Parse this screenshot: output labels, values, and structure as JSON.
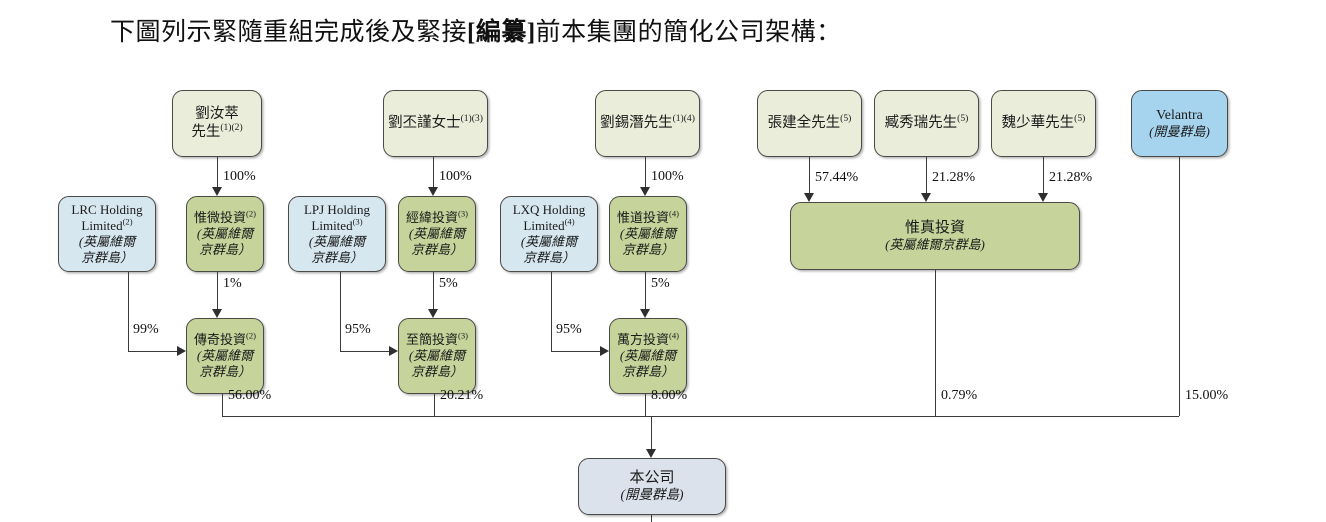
{
  "title": {
    "prefix": "下圖列示緊隨重組完成後及緊接",
    "bracket": "[編纂]",
    "suffix": "前本集團的簡化公司架構："
  },
  "colors": {
    "person_box": "#e9edd9",
    "investment_box": "#c6d49b",
    "holding_box": "#d7e7f0",
    "offshore_box": "#a6d4ef",
    "company_box": "#dce2ec",
    "line": "#3a3a3a"
  },
  "nodes": {
    "liu_ruchui": {
      "line1": "劉汝萃",
      "line2": "先生",
      "sup": "(1)(2)"
    },
    "liu_pijin": {
      "line1": "劉丕謹女士",
      "sup": "(1)(3)"
    },
    "liu_xiqian": {
      "line1": "劉錫潛先生",
      "sup": "(1)(4)"
    },
    "zhang_jianquan": {
      "line1": "張建全先生",
      "sup": "(5)"
    },
    "zang_xiurui": {
      "line1": "臧秀瑞先生",
      "sup": "(5)"
    },
    "wei_shaohua": {
      "line1": "魏少華先生",
      "sup": "(5)"
    },
    "velantra": {
      "line1": "Velantra",
      "line2": "(開曼群島)"
    },
    "lrc_holding": {
      "line1": "LRC Holding",
      "line2": "Limited",
      "sup": "(2)",
      "line3": "(英屬維爾",
      "line4": "京群島）"
    },
    "lpj_holding": {
      "line1": "LPJ Holding",
      "line2": "Limited",
      "sup": "(3)",
      "line3": "(英屬維爾",
      "line4": "京群島）"
    },
    "lxq_holding": {
      "line1": "LXQ Holding",
      "line2": "Limited",
      "sup": "(4)",
      "line3": "(英屬維爾",
      "line4": "京群島）"
    },
    "weiwei": {
      "line1": "惟微投資",
      "sup": "(2)",
      "line2": "(英屬維爾",
      "line3": "京群島）"
    },
    "jingwei": {
      "line1": "經緯投資",
      "sup": "(3)",
      "line2": "(英屬維爾",
      "line3": "京群島）"
    },
    "weidao": {
      "line1": "惟道投資",
      "sup": "(4)",
      "line2": "(英屬維爾",
      "line3": "京群島）"
    },
    "weizhen": {
      "line1": "惟真投資",
      "line2": "(英屬維爾京群島)"
    },
    "chuanqi": {
      "line1": "傳奇投資",
      "sup": "(2)",
      "line2": "(英屬維爾",
      "line3": "京群島）"
    },
    "zhijian": {
      "line1": "至簡投資",
      "sup": "(3)",
      "line2": "(英屬維爾",
      "line3": "京群島）"
    },
    "wanfang": {
      "line1": "萬方投資",
      "sup": "(4)",
      "line2": "(英屬維爾",
      "line3": "京群島）"
    },
    "company": {
      "line1": "本公司",
      "line2": "(開曼群島)"
    }
  },
  "percentages": {
    "liu_ruchui_to_weiwei": "100%",
    "liu_pijin_to_jingwei": "100%",
    "liu_xiqian_to_weidao": "100%",
    "zhang_to_weizhen": "57.44%",
    "zang_to_weizhen": "21.28%",
    "wei_to_weizhen": "21.28%",
    "weiwei_to_chuanqi": "1%",
    "jingwei_to_zhijian": "5%",
    "weidao_to_wanfang": "5%",
    "lrc_to_chuanqi": "99%",
    "lpj_to_zhijian": "95%",
    "lxq_to_wanfang": "95%",
    "chuanqi_to_company": "56.00%",
    "zhijian_to_company": "20.21%",
    "wanfang_to_company": "8.00%",
    "weizhen_to_company": "0.79%",
    "velantra_to_company": "15.00%"
  }
}
